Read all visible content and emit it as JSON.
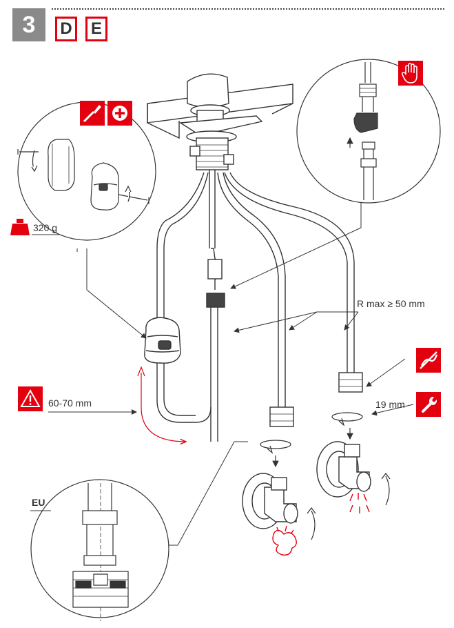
{
  "header": {
    "step_number": "3",
    "lang_codes": [
      "D",
      "E"
    ]
  },
  "labels": {
    "weight": "320 g",
    "hose_length": "60-70 mm",
    "bend_radius": "R max ≥ 50 mm",
    "wrench_size": "19 mm",
    "region": "EU"
  },
  "icons": {
    "screwdriver": "screwdriver-icon",
    "plus": "plus-icon",
    "hand": "hand-stop-icon",
    "weight": "weight-icon",
    "warning": "warning-icon",
    "no_ptfe": "no-sealant-icon",
    "wrench": "wrench-icon"
  },
  "colors": {
    "accent": "#e3000f",
    "line": "#333333",
    "badge": "#8a8a8a"
  }
}
